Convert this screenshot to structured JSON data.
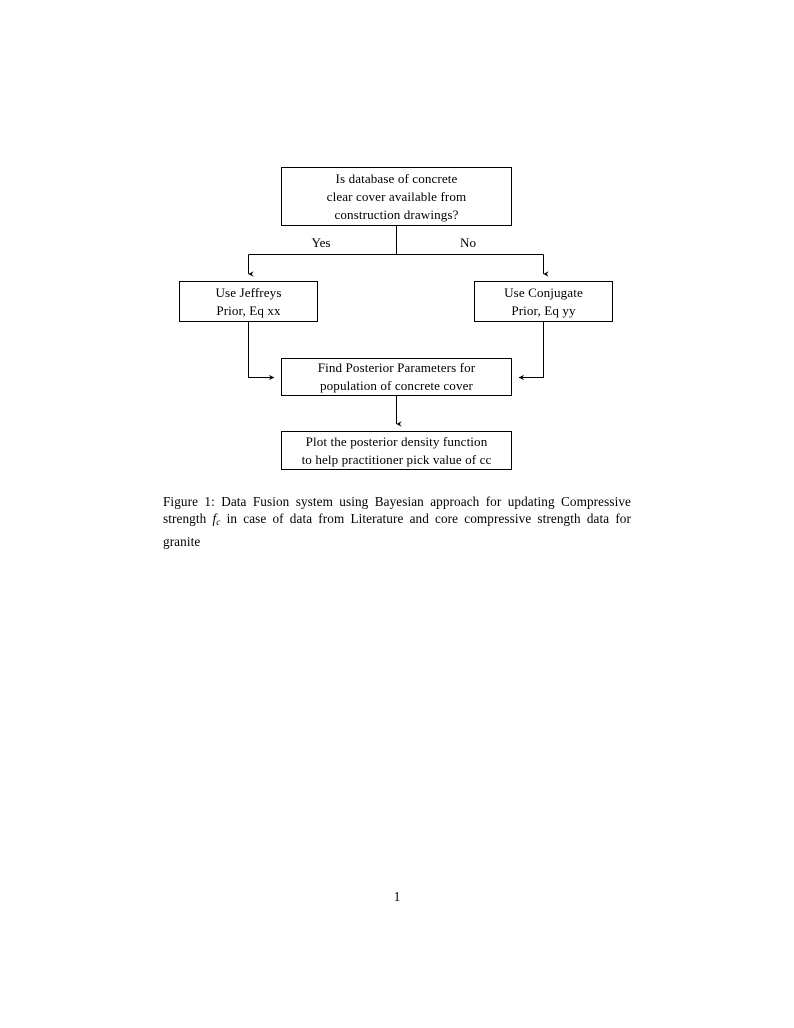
{
  "document": {
    "page_number": "1",
    "background_color": "#ffffff",
    "text_color": "#000000"
  },
  "figure": {
    "nodes": [
      {
        "id": "decision",
        "lines": [
          "Is database of concrete",
          "clear cover available from",
          "construction drawings?"
        ]
      },
      {
        "id": "jeffreys",
        "lines": [
          "Use Jeffreys",
          "Prior, Eq xx"
        ]
      },
      {
        "id": "conjugate",
        "lines": [
          "Use Conjugate",
          "Prior, Eq yy"
        ]
      },
      {
        "id": "posterior",
        "lines": [
          "Find Posterior Parameters for",
          "population of concrete cover"
        ]
      },
      {
        "id": "plot",
        "lines": [
          "Plot the posterior density function",
          "to help practitioner pick value of cc"
        ]
      }
    ],
    "edge_labels": {
      "yes": "Yes",
      "no": "No"
    },
    "line_color": "#000000"
  },
  "caption": {
    "label": "Figure 1:",
    "part1": "Data Fusion system using Bayesian approach for updating Compressive strength",
    "math_symbol": "f",
    "math_subscript": "c",
    "part2": "in case of data from Literature and core compressive strength data for granite"
  }
}
